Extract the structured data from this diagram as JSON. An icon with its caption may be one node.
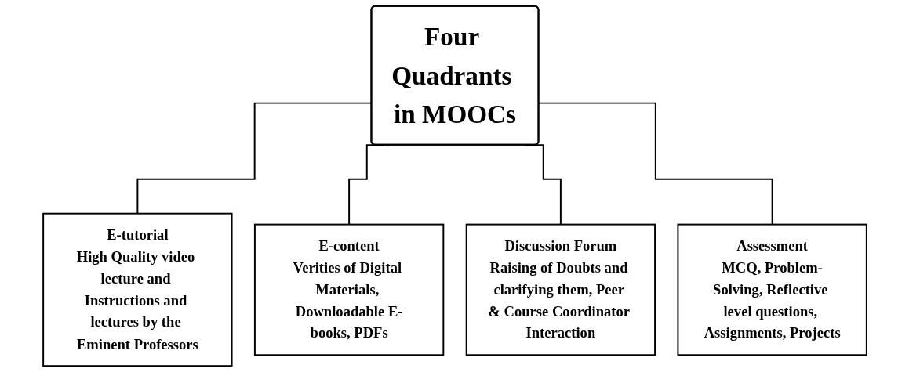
{
  "diagram": {
    "nodes": [
      {
        "text": [
          "Four Quadrants in MOOCs"
        ]
      },
      {
        "text": [
          "E-tutorial",
          "High Quality video lecture and Instructions and lectures by the Eminent Professors"
        ]
      },
      {
        "text": [
          "E-content",
          "Verities of Digital Materials, Downloadable E-books, PDFs"
        ]
      },
      {
        "text": [
          "Discussion Forum",
          "Raising of Doubts and clarifying them, Peer & Course Coordinator Interaction"
        ]
      },
      {
        "text": [
          "Assessment",
          "MCQ, Problem-Solving, Reflective level questions, Assignments, Projects"
        ]
      }
    ],
    "edges": [
      {
        "from": 0,
        "to": 1,
        "arrow": "none"
      },
      {
        "from": 0,
        "to": 2,
        "arrow": "none"
      },
      {
        "from": 0,
        "to": 3,
        "arrow": "none"
      },
      {
        "from": 0,
        "to": 4,
        "arrow": "none"
      }
    ]
  }
}
